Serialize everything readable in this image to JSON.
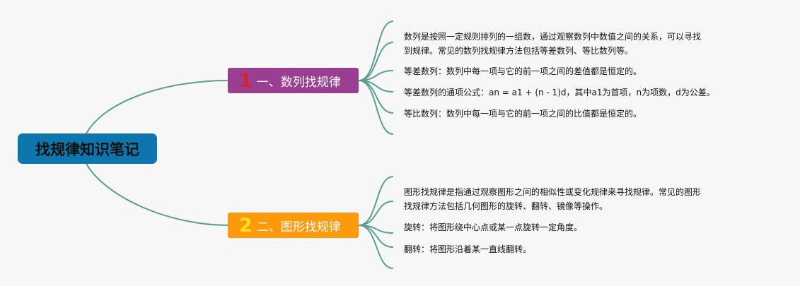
{
  "root": {
    "label": "找规律知识笔记"
  },
  "branches": [
    {
      "number": "1",
      "label": "一、数列找规律",
      "color": "#9a3e91",
      "leaves": [
        {
          "lines": [
            "数列是按照一定规则排列的一组数，通过观察数列中数值之间的关系，可以寻找",
            "到规律。常见的数列找规律方法包括等差数列、等比数列等。"
          ]
        },
        {
          "lines": [
            "等差数列：数列中每一项与它的前一项之间的差值都是恒定的。"
          ]
        },
        {
          "lines": [
            "等差数列的通项公式：an = a1 + (n - 1)d，其中a1为首项，n为项数，d为公差。"
          ]
        },
        {
          "lines": [
            "等比数列：数列中每一项与它的前一项之间的比值都是恒定的。"
          ]
        }
      ]
    },
    {
      "number": "2",
      "label": "二、图形找规律",
      "color": "#fc9a0c",
      "leaves": [
        {
          "lines": [
            "图形找规律是指通过观察图形之间的相似性或变化规律来寻找规律。常见的图形",
            "找规律方法包括几何图形的旋转、翻转、镜像等操作。"
          ]
        },
        {
          "lines": [
            "旋转：将图形绕中心点或某一点旋转一定角度。"
          ]
        },
        {
          "lines": [
            "翻转：将图形沿着某一直线翻转。"
          ]
        }
      ]
    }
  ],
  "colors": {
    "connector": "#5b9e91",
    "root": "#0e75ad"
  }
}
